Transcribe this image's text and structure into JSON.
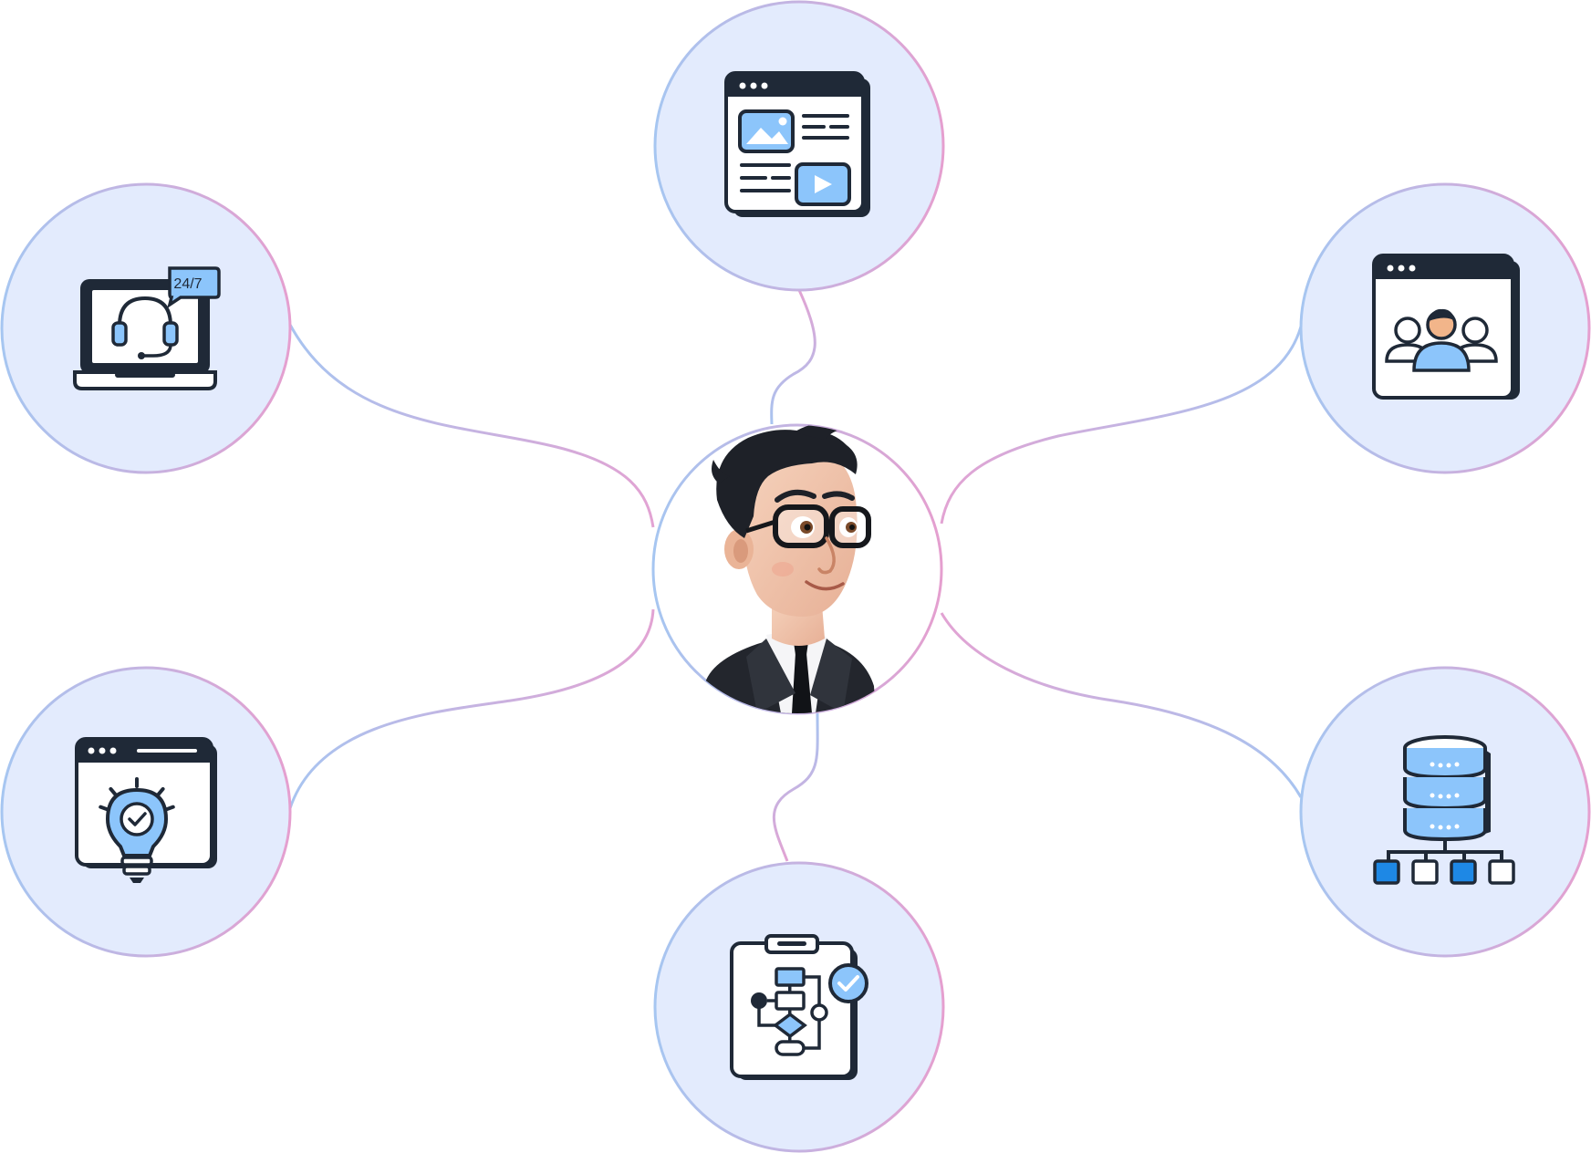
{
  "diagram": {
    "center": {
      "name": "cartoon-businessman-avatar"
    },
    "nodes": [
      {
        "id": "web-content",
        "icon": "browser-content-icon"
      },
      {
        "id": "support",
        "icon": "support-laptop-icon",
        "badge": "24/7"
      },
      {
        "id": "team",
        "icon": "team-browser-icon"
      },
      {
        "id": "idea",
        "icon": "idea-browser-icon"
      },
      {
        "id": "data",
        "icon": "database-network-icon"
      },
      {
        "id": "workflow",
        "icon": "flowchart-clipboard-icon"
      }
    ]
  },
  "colors": {
    "node_fill": "#e3ebfd",
    "gradient_blue": "#a6c6f1",
    "gradient_pink": "#e59fcf",
    "icon_dark": "#1f2937",
    "icon_accent": "#8cc5fb",
    "icon_blue_strong": "#1e88e5"
  }
}
